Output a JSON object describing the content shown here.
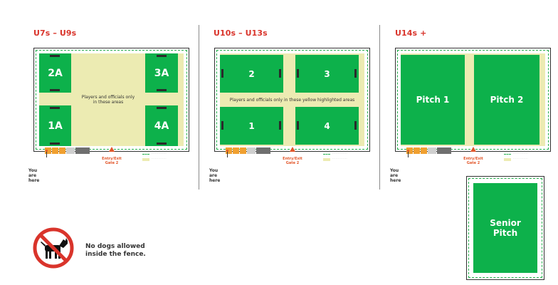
{
  "colors": {
    "accent_red": "#d9342b",
    "pitch_green": "#0db14b",
    "yellow_area": "#ecebb2",
    "entry_orange": "#e2562a"
  },
  "sections": [
    {
      "title": "U7s – U9s",
      "pitches": [
        "2A",
        "3A",
        "1A",
        "4A"
      ],
      "area_note": "Players and officials only in these areas",
      "entry": "Entry/Exit\nGate 2",
      "you_are_here": "You are here"
    },
    {
      "title": "U10s – U13s",
      "pitches": [
        "2",
        "3",
        "1",
        "4"
      ],
      "area_note": "Players and officials only in these yellow highlighted areas",
      "entry": "Entry/Exit\nGate 2",
      "you_are_here": "You are here"
    },
    {
      "title": "U14s +",
      "pitches": [
        "Pitch 1",
        "Pitch 2"
      ],
      "entry": "Entry/Exit\nGate 2",
      "you_are_here": "You are here"
    }
  ],
  "senior": {
    "label": "Senior\nPitch"
  },
  "no_dogs": {
    "text": "No dogs allowed\ninside the fence.",
    "icon": "no-dogs-icon"
  }
}
